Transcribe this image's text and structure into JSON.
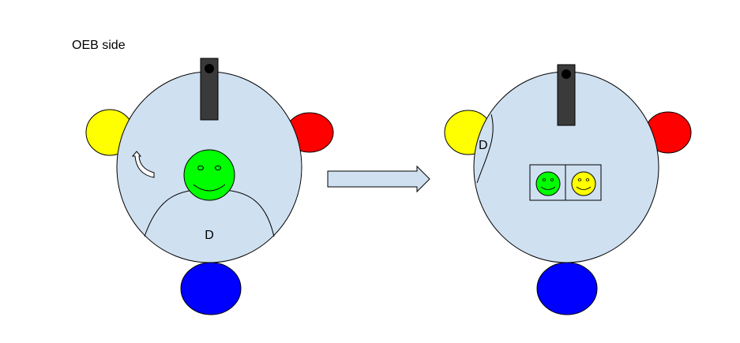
{
  "title": "OEB side",
  "left_scene": {
    "table_label": "D"
  },
  "right_scene": {
    "table_label": "D"
  },
  "colors": {
    "table_fill": "#cfe0f1",
    "outline": "#000000",
    "yellow": "#ffff00",
    "red": "#ff0000",
    "blue": "#0000ff",
    "green": "#00ff00",
    "camera": "#3a3a3a"
  },
  "icons": {
    "turn_arrow": "curved-arrow-icon",
    "transition_arrow": "right-block-arrow-icon"
  }
}
